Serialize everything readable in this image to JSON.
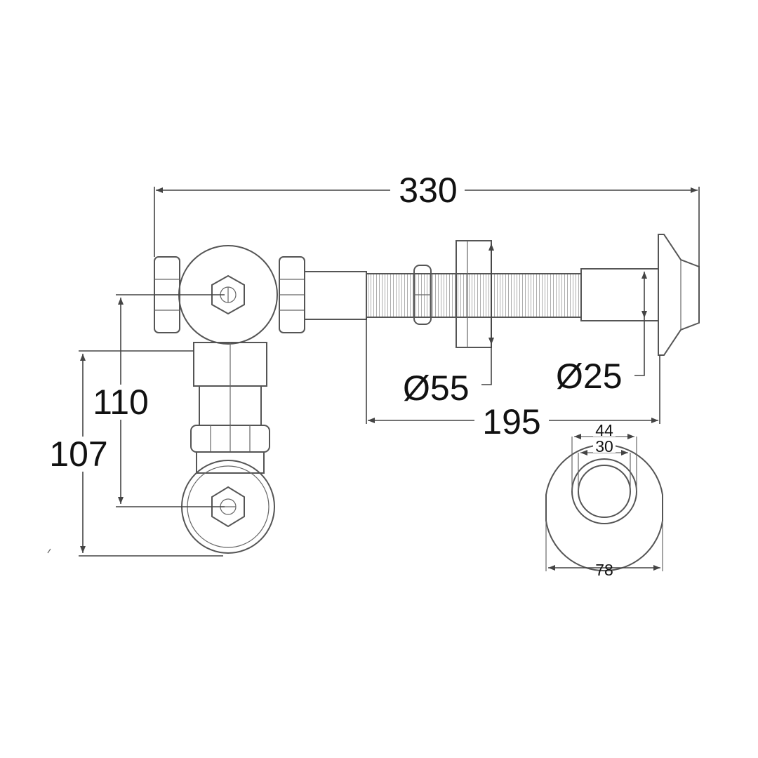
{
  "dimensions": {
    "overall_length": "330",
    "height_110": "110",
    "height_107": "107",
    "flange_diameter": "Ø55",
    "pipe_diameter": "Ø25",
    "pipe_length": "195",
    "outer_44": "44",
    "inner_30": "30",
    "escutcheon_78": "78"
  },
  "colors": {
    "line": "#555555",
    "text": "#111111"
  }
}
